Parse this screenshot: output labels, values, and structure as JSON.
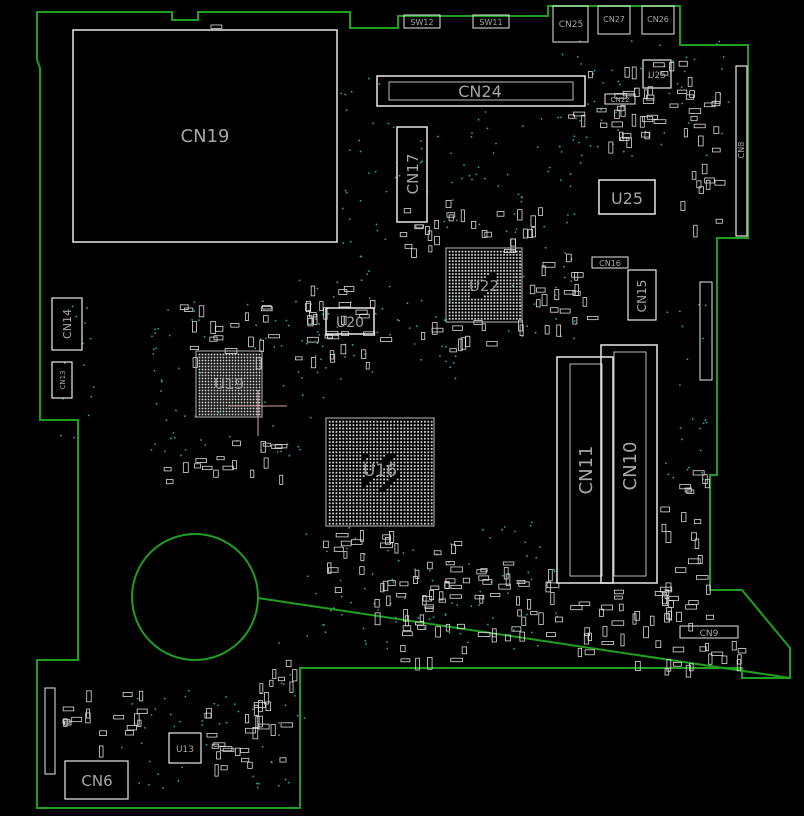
{
  "title": "",
  "colors": {
    "background": "#000000",
    "board_outline": "#1f9e1f",
    "component": "#e8e8e8",
    "component_dim": "#bdbdbd",
    "label": "#a6a6a6",
    "via": "#2aa8a8",
    "highlight": "#d9a0a8"
  },
  "components": {
    "cn19": "CN19",
    "cn24": "CN24",
    "cn17": "CN17",
    "cn14": "CN14",
    "cn13": "CN13",
    "cn6": "CN6",
    "cn9": "CN9",
    "cn10": "CN10",
    "cn11": "CN11",
    "cn15": "CN15",
    "cn16": "CN16",
    "cn25": "CN25",
    "cn26": "CN26",
    "cn27": "CN27",
    "cn22": "CN22",
    "cn8": "CN8",
    "sw12": "SW12",
    "sw11": "SW11",
    "u25a": "U25",
    "u25b": "U25",
    "u22": "U22",
    "u20": "U20",
    "u19": "U19",
    "u16": "U16",
    "u13": "U13"
  }
}
